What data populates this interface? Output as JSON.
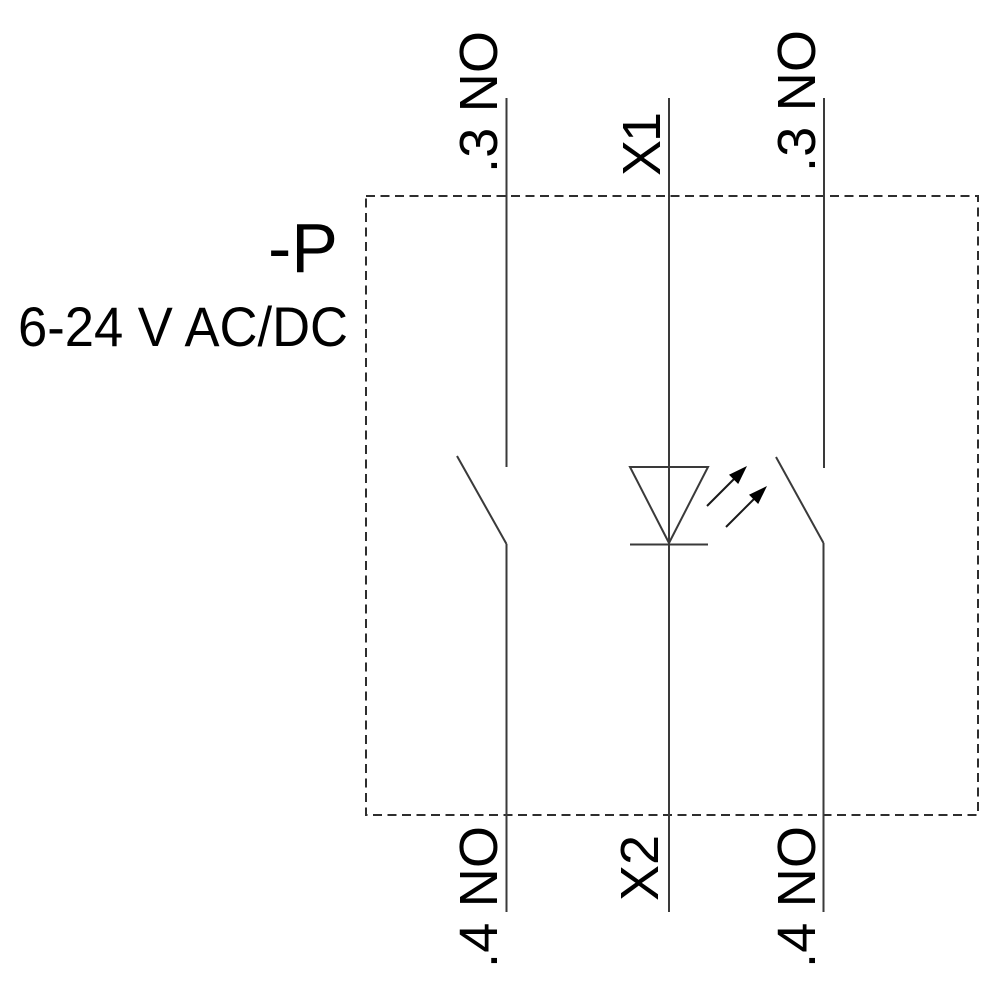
{
  "diagram": {
    "component_designation": "-P",
    "voltage_rating": "6-24 V AC/DC",
    "terminals": {
      "contact1_top": ".3 NO",
      "contact1_bottom": ".4 NO",
      "lamp_top": "X1",
      "lamp_bottom": "X2",
      "contact2_top": ".3 NO",
      "contact2_bottom": ".4 NO"
    },
    "colors": {
      "background": "#ffffff",
      "wire": "#3a3a3a",
      "enclosure_border": "#2e2e2e",
      "text": "#000000"
    }
  }
}
